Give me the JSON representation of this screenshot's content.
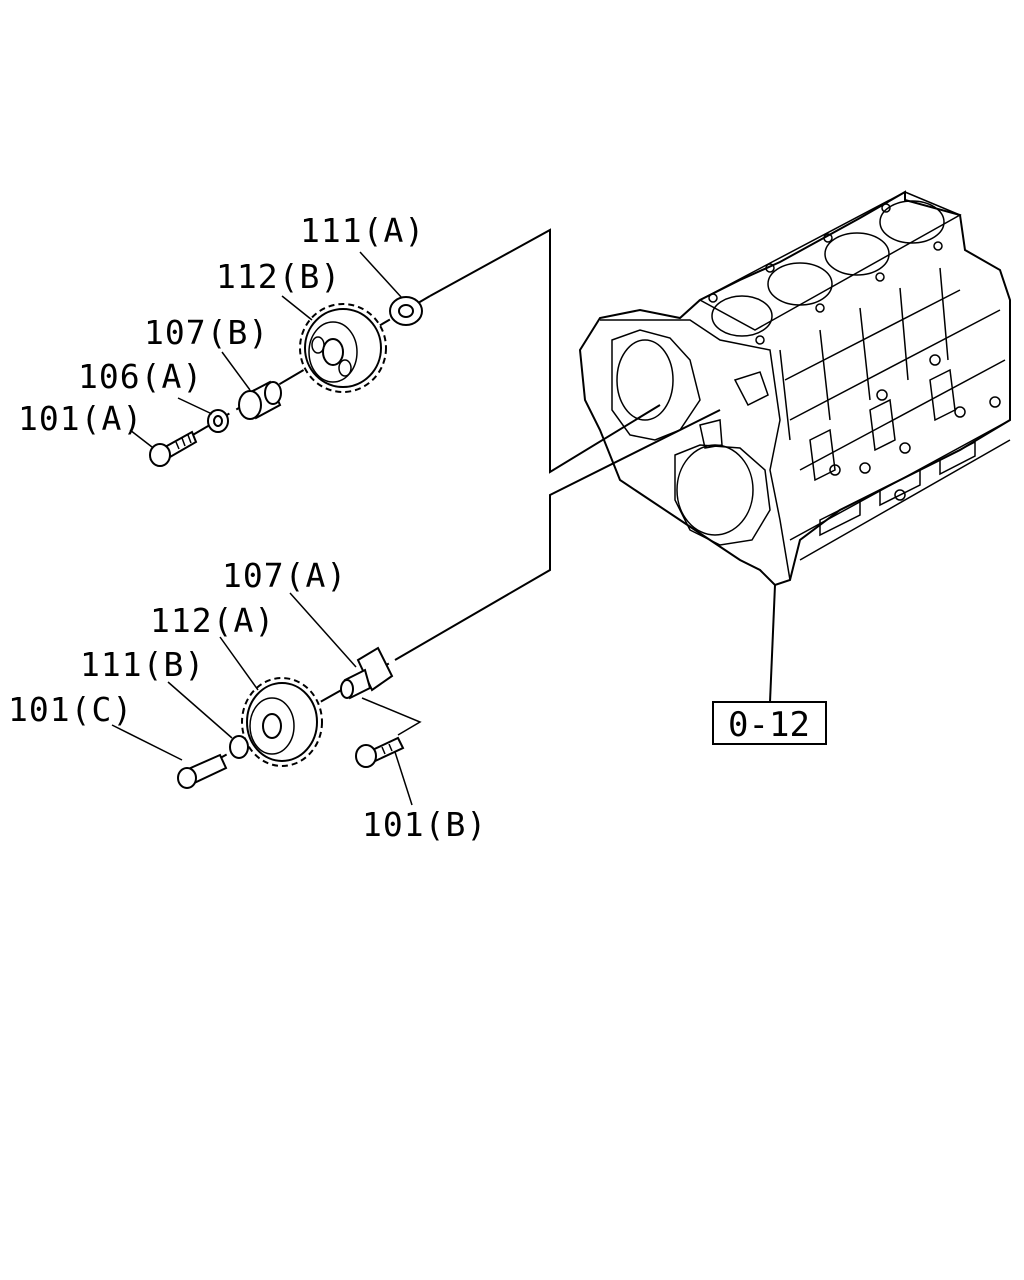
{
  "callouts": {
    "p111A": "111(A)",
    "p112B": "112(B)",
    "p107B": "107(B)",
    "p106A": "106(A)",
    "p101A": "101(A)",
    "p107A": "107(A)",
    "p112A": "112(A)",
    "p111B": "111(B)",
    "p101C": "101(C)",
    "p101B": "101(B)"
  },
  "reference_box": "0-12"
}
